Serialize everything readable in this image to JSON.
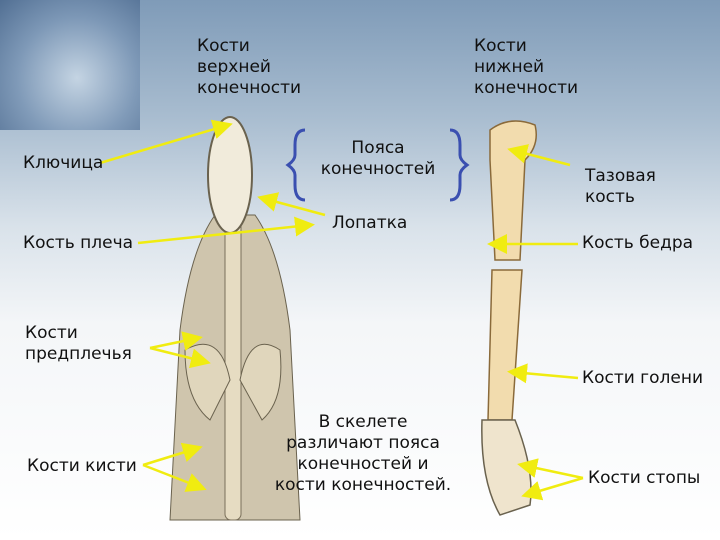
{
  "labels": {
    "upper_limb_bones": [
      "Кости",
      "верхней",
      "конечности"
    ],
    "lower_limb_bones": [
      "Кости",
      "нижней",
      "конечности"
    ],
    "clavicle": "Ключица",
    "humerus": "Кость плеча",
    "forearm_bones": [
      "Кости",
      "предплечья"
    ],
    "hand_bones": "Кости кисти",
    "limb_girdles": [
      "Пояса",
      "конечностей"
    ],
    "scapula": "Лопатка",
    "pelvic_bone": [
      "Тазовая",
      "кость"
    ],
    "femur": "Кость бедра",
    "shin_bones": "Кости голени",
    "foot_bones": "Кости стопы",
    "summary": [
      "В скелете",
      "различают пояса",
      "конечностей и",
      "кости конечностей."
    ]
  },
  "colors": {
    "arrow": "#f0ec10",
    "brace": "#3a4fb0",
    "bone": "#e8ddc0",
    "leg_bone": "#f2dcae"
  }
}
